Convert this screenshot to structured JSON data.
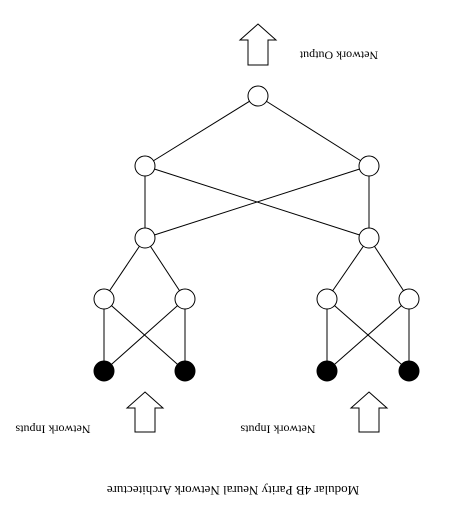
{
  "diagram": {
    "caption": "Modular 4B Parity Neural Network Architecture",
    "output_label": "Network Output",
    "left_input_label": "Network Inputs",
    "right_input_label": "Network Inputs",
    "colors": {
      "stroke": "#000000",
      "input_fill": "#000000",
      "node_fill": "#ffffff"
    }
  }
}
